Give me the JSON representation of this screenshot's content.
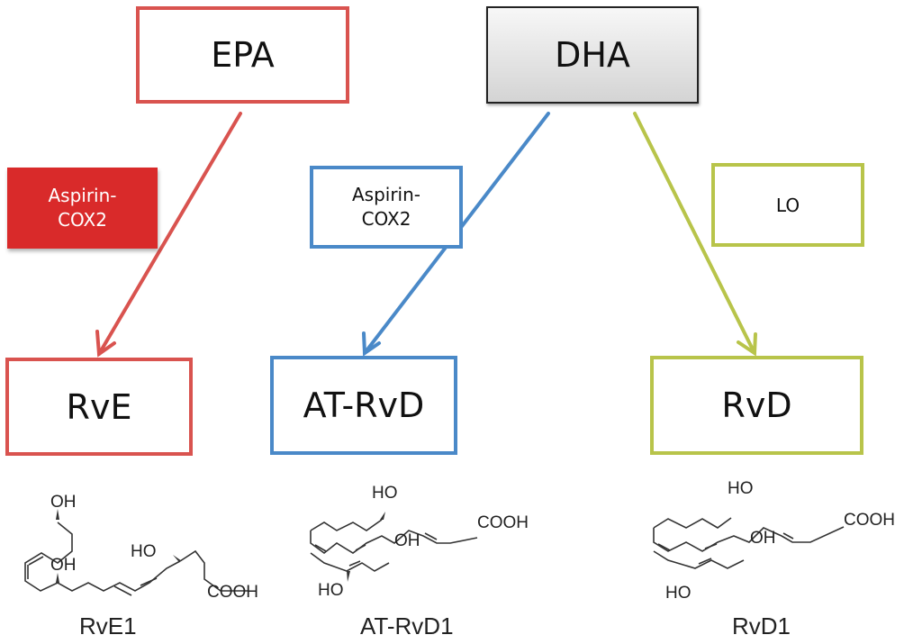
{
  "nodes": {
    "epa": "EPA",
    "dha": "DHA",
    "enzyme_epa": "Aspirin-\nCOX2",
    "enzyme_dha_at": "Aspirin-\nCOX2",
    "enzyme_dha_lo": "LO",
    "rve": "RvE",
    "at_rvd": "AT-RvD",
    "rvd": "RvD"
  },
  "enzyme_lines": {
    "epa_line1": "Aspirin-",
    "epa_line2": "COX2",
    "dha_line1": "Aspirin-",
    "dha_line2": "COX2"
  },
  "structures": {
    "rve1": {
      "name": "RvE1",
      "labels": [
        "OH",
        "OH",
        "HO",
        "COOH"
      ]
    },
    "at_rvd1": {
      "name": "AT-RvD1",
      "labels": [
        "HO",
        "OH",
        "COOH",
        "HO"
      ]
    },
    "rvd1": {
      "name": "RvD1",
      "labels": [
        "HO",
        "OH",
        "COOH",
        "HO"
      ]
    }
  },
  "colors": {
    "epa_path": "#d9534f",
    "aspirin_dha_path": "#4a89c8",
    "lo_path": "#b8c44a",
    "enzyme_fill": "#d92a2a"
  }
}
